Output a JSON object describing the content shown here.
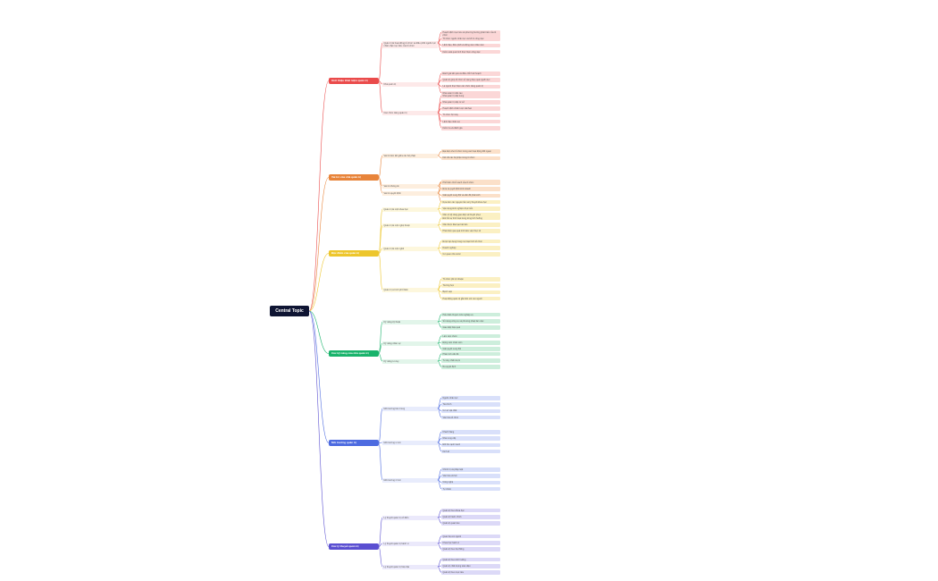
{
  "central": "Central Topic",
  "colors": {
    "central_bg": "#0f1533",
    "red": "#ea4b4b",
    "orange": "#e8843a",
    "yellow": "#edc62c",
    "green": "#19b36b",
    "blue": "#4d6be0",
    "indigo": "#5a4fd1"
  },
  "branches": [
    {
      "label": "Giới thiệu khái niệm quản trị",
      "children": [
        "Quản trị là hoạt động tổ chức và điều phối nguồn lực nhằm đạt mục tiêu của tổ chức",
        "Nhà quản trị",
        "Các chức năng quản trị"
      ],
      "leaves": [
        "Hoạch định mục tiêu và phương hướng phát triển của tổ chức",
        "Tổ chức nguồn nhân lực và bố trí công việc",
        "Lãnh đạo, điều phối và động viên nhân viên",
        "Kiểm soát quá trình thực hiện công việc",
        "Đánh giá kết quả và điều chỉnh kế hoạch",
        "Quản trị giúp tổ chức sử dụng hiệu quả nguồn lực",
        "Là người thực hiện các chức năng quản trị",
        "Nhà quản trị cấp cao",
        "Nhà quản trị cấp trung",
        "Nhà quản trị cấp cơ sở",
        "Hoạch định chiến lược dài hạn",
        "Tổ chức bộ máy",
        "Lãnh đạo nhân sự",
        "Kiểm tra và đánh giá"
      ]
    },
    {
      "label": "Vai trò của nhà quản trị",
      "children": [
        "Vai trò liên kết giữa các bộ phận",
        "Vai trò thông tin",
        "Vai trò quyết định"
      ],
      "leaves": [
        "Đại diện cho tổ chức trong các hoạt động đối ngoại",
        "Kết nối các bộ phận trong tổ chức",
        "Thu thập và xử lý thông tin",
        "Truyền đạt thông tin đến nhân viên",
        "Phổ biến chính sách của tổ chức",
        "Đưa ra quyết định kinh doanh",
        "Giải quyết xung đột và vấn đề phát sinh",
        "Phân bổ nguồn lực hợp lý"
      ]
    },
    {
      "label": "Đặc điểm của quản trị",
      "children": [
        "Quản trị là một khoa học",
        "Quản trị là một nghệ thuật",
        "Quản trị là một nghề",
        "Quản trị có tính phổ biến"
      ],
      "leaves": [
        "Dựa trên các nguyên tắc và lý thuyết khoa học",
        "Vận dụng kinh nghiệm thực tiễn",
        "Cần có kỹ năng giao tiếp và thuyết phục",
        "Đòi hỏi sự linh hoạt trong từng tình huống",
        "Cần được đào tạo bài bản",
        "Phát triển qua quá trình làm việc thực tế",
        "Được áp dụng trong mọi loại hình tổ chức",
        "Doanh nghiệp",
        "Cơ quan nhà nước",
        "Tổ chức phi lợi nhuận",
        "Trường học",
        "Bệnh viện",
        "Hoạt động quản trị gắn liền với con người"
      ]
    },
    {
      "label": "Các kỹ năng của nhà quản trị",
      "children": [
        "Kỹ năng kỹ thuật",
        "Kỹ năng nhân sự",
        "Kỹ năng tư duy"
      ],
      "leaves": [
        "Hiểu biết chuyên môn nghiệp vụ",
        "Sử dụng công cụ và phương pháp làm việc",
        "Giao tiếp hiệu quả",
        "Làm việc nhóm",
        "Động viên nhân viên",
        "Giải quyết xung đột",
        "Phân tích vấn đề",
        "Tư duy chiến lược",
        "Ra quyết định"
      ]
    },
    {
      "label": "Môi trường quản trị",
      "children": [
        "Môi trường bên trong",
        "Môi trường vi mô",
        "Môi trường vĩ mô"
      ],
      "leaves": [
        "Nguồn nhân lực",
        "Tài chính",
        "Cơ sở vật chất",
        "Văn hóa tổ chức",
        "Khách hàng",
        "Nhà cung cấp",
        "Đối thủ cạnh tranh",
        "Kinh tế",
        "Chính trị và pháp luật",
        "Văn hóa xã hội",
        "Công nghệ",
        "Tự nhiên"
      ]
    },
    {
      "label": "Các lý thuyết quản trị",
      "children": [
        "Lý thuyết quản trị cổ điển",
        "Lý thuyết quản trị hành vi",
        "Lý thuyết quản trị hiện đại"
      ],
      "leaves": [
        "Quản trị theo khoa học",
        "Quản trị hành chính",
        "Quản trị quan liêu",
        "Quan hệ con người",
        "Khoa học hành vi",
        "Quản trị theo hệ thống",
        "Quản trị theo tình huống",
        "Quản trị chất lượng toàn diện",
        "Quản trị theo mục tiêu"
      ]
    }
  ]
}
